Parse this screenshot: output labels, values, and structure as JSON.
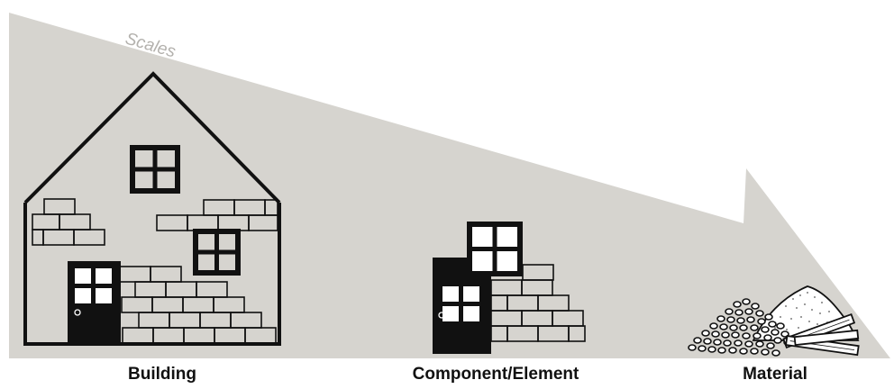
{
  "arrow": {
    "caption": "Scales"
  },
  "colors": {
    "arrow_fill": "#d6d4cf",
    "caption": "#b3b1ad",
    "ink": "#111111",
    "paper": "#ffffff"
  },
  "labels": {
    "building": "Building",
    "component": "Component/Element",
    "material": "Material"
  },
  "icons": {
    "building": "house-icon",
    "component": "door-window-brick-wall-icon",
    "material": "material-pile-icon"
  }
}
